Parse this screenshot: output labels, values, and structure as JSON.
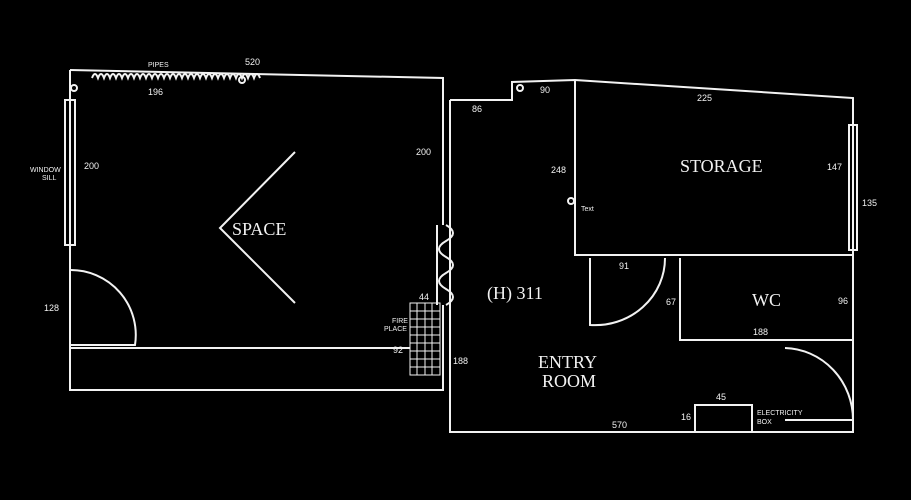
{
  "rooms": {
    "space": "SPACE",
    "storage": "STORAGE",
    "wc": "WC",
    "hall": "(H) 311",
    "entry_line1": "ENTRY",
    "entry_line2": "ROOM"
  },
  "labels": {
    "pipes": "PIPES",
    "window_sill_line1": "WINDOW",
    "window_sill_line2": "SILL",
    "fire_place_line1": "FIRE",
    "fire_place_line2": "PLACE",
    "electricity_line1": "ELECTRICITY",
    "electricity_line2": "BOX",
    "text": "Text"
  },
  "dimensions": {
    "d520": "520",
    "d196": "196",
    "d200a": "200",
    "d200b": "200",
    "d128": "128",
    "d44": "44",
    "d92": "92",
    "d188a": "188",
    "d86": "86",
    "d90": "90",
    "d225": "225",
    "d248": "248",
    "d147": "147",
    "d135": "135",
    "d91": "91",
    "d67": "67",
    "d96": "96",
    "d188b": "188",
    "d45": "45",
    "d16": "16",
    "d570": "570"
  }
}
